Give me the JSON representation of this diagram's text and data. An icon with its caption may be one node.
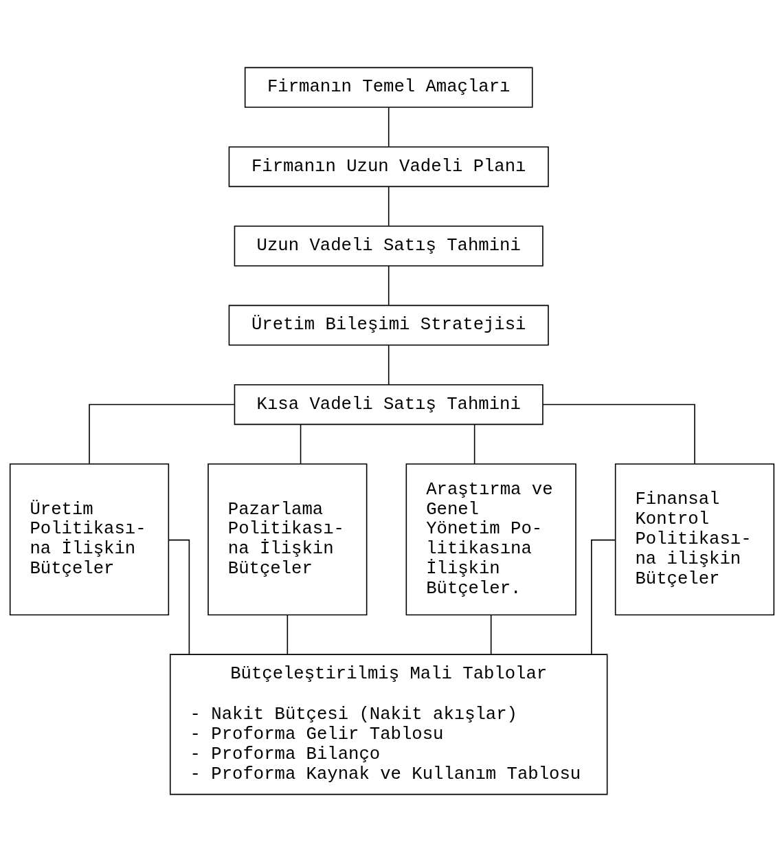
{
  "diagram": {
    "nodes": [
      {
        "text": [
          "Firmanın Temel Amaçları"
        ]
      },
      {
        "text": [
          "Firmanın Uzun Vadeli Planı"
        ]
      },
      {
        "text": [
          "Uzun Vadeli Satış Tahmini"
        ]
      },
      {
        "text": [
          "Üretim Bileşimi Stratejisi"
        ]
      },
      {
        "text": [
          "Kısa Vadeli Satış Tahmini"
        ]
      },
      {
        "text": [
          "Üretim Politikası- na İlişkin Bütçeler"
        ]
      },
      {
        "text": [
          "Pazarlama Politikası- na İlişkin Bütçeler"
        ]
      },
      {
        "text": [
          "Araştırma ve Genel Yönetim Po- litikasına İlişkin Bütçeler."
        ]
      },
      {
        "text": [
          "Finansal Kontrol Politikası- na ilişkin Bütçeler"
        ]
      },
      {
        "text": [
          "Bütçeleştirilmiş Mali Tablolar",
          "- Nakit Bütçesi (Nakit akışlar)",
          "- Proforma Gelir Tablosu",
          "- Proforma Bilanço",
          "- Proforma Kaynak ve Kullanım Tablosu"
        ]
      }
    ],
    "edges": [
      {
        "from": 0,
        "to": 1,
        "arrow": "none"
      },
      {
        "from": 1,
        "to": 2,
        "arrow": "none"
      },
      {
        "from": 2,
        "to": 3,
        "arrow": "none"
      },
      {
        "from": 3,
        "to": 4,
        "arrow": "none"
      },
      {
        "from": 4,
        "to": 5,
        "arrow": "none"
      },
      {
        "from": 4,
        "to": 6,
        "arrow": "none"
      },
      {
        "from": 4,
        "to": 7,
        "arrow": "none"
      },
      {
        "from": 4,
        "to": 8,
        "arrow": "none"
      },
      {
        "from": 5,
        "to": 9,
        "arrow": "none"
      },
      {
        "from": 6,
        "to": 9,
        "arrow": "none"
      },
      {
        "from": 7,
        "to": 9,
        "arrow": "none"
      },
      {
        "from": 8,
        "to": 9,
        "arrow": "none"
      }
    ]
  }
}
